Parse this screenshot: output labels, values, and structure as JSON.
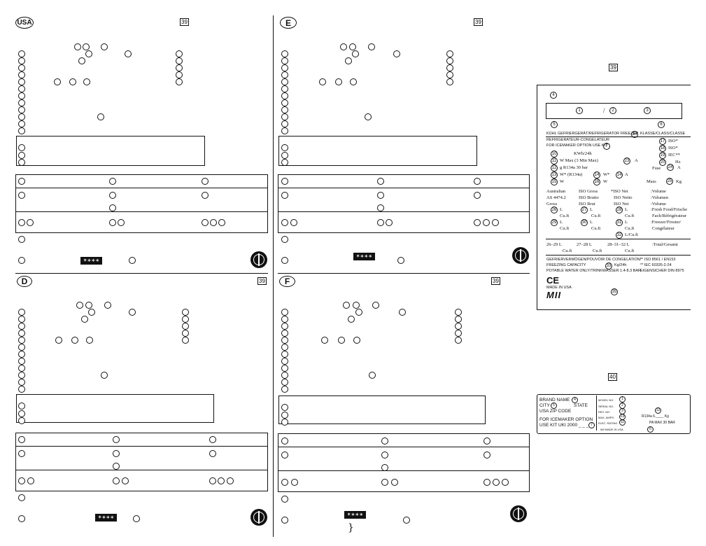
{
  "sections": [
    {
      "badge": "USA",
      "page": "39"
    },
    {
      "badge": "E",
      "page": "39"
    },
    {
      "badge": "D",
      "page": "39"
    },
    {
      "badge": "F",
      "page": "39"
    }
  ],
  "freezer_symbol": "✶∗∗∗",
  "bottom_glyph": "}",
  "rating_plate": {
    "page": "39",
    "n4": "4",
    "n1": "1",
    "slash": "/",
    "n2": "2",
    "n3": "3",
    "n5": "5",
    "n6": "6",
    "title": "KÜHL GEFRIERGERÄT/REFRIGERATOR FREEZER",
    "n34": "34",
    "klasse": "KLASSE/CLASS/CLASSE",
    "line2": "REFRIGERATEUR-CONGELATEUR",
    "line3": "FOR ICEMAKER OPTION USE KIT",
    "n7": "7",
    "n17": "17",
    "iso1": "ISO*",
    "n18": "18",
    "iso2": "ISO*",
    "n19": "19",
    "iec": "IEC**",
    "n10": "10",
    "kwh": "KWh/24h",
    "n11": "11",
    "wmax": "W Max (3 Min Max)",
    "n20": "20",
    "hz": "Hz",
    "n23": "23",
    "a1": "A",
    "n12": "12",
    "g_r134a": "g    R134a     30 bar",
    "fuse": "Fuse",
    "n24": "24",
    "a2": "A",
    "n13": "13",
    "w_r134a": "W* (R134a)",
    "n14": "14",
    "wstar": "W*",
    "n14b": "14",
    "a3": "A",
    "n15": "15",
    "w1": "W",
    "n16": "16",
    "w2": "W",
    "mass": "Mass",
    "n25": "25",
    "kg": "Kg",
    "australian": "Australian",
    "as": "AS 4474.2",
    "gross": "Gross",
    "iso_gross": "ISO Gross",
    "iso_brutto": "ISO Brutto",
    "iso_brut": "ISO Brut",
    "iso_net": "*ISO Net",
    "iso_netto": "ISO Netto",
    "iso_net2": "ISO Net",
    "vol1": ":Volume",
    "vol2": ":Volumen",
    "vol3": ":Volume",
    "n26": "26",
    "n27": "27",
    "n28": "28",
    "l1": "L",
    "l2": "L",
    "l3": "L",
    "cuft1": "Cu.ft",
    "cuft2": "Cu.ft",
    "cuft3": "Cu.ft",
    "fresh": ":Fresh Food/Frische",
    "fach": "Fach/Réfrigérateur",
    "n29": "29",
    "n30": "30",
    "n31": "31",
    "l4": "L",
    "l5": "L",
    "l6": "L",
    "cuft4": "Cu.ft",
    "cuft5": "Cu.ft",
    "cuft6": "Cu.ft",
    "freezer": ":Freezer/Froster/",
    "cong": "Congélateur",
    "n32": "32",
    "lcuft": "L/Cu.ft",
    "sum1": "26–29 L",
    "sum2": "27–28 L",
    "sum3": "28–31–32 L",
    "total": ":Total/Gesamt",
    "cuftA": "Cu.ft",
    "cuftB": "Cu.ft",
    "cuftC": "Cu.ft",
    "gef": "GEFRIERVERMÖGEN/POUVOIR DE CONGELATION/",
    "iso8561": "** ISO 8561 / EN153",
    "freezing": "FREEZING CAPACITY",
    "n33": "33",
    "kg24": "Kg/24h",
    "iec60335": "** IEC 60335-2-24",
    "potable": "POTABLE WATER ONLY/TRINKWASSER 1.4-8.3 BAR",
    "eigen": "EIGENSICHER DIN  8975",
    "ce": "CE",
    "made": "MADE IN USA",
    "mii": "MII",
    "n35": "35"
  },
  "usa_plate": {
    "page": "40",
    "brand": "BRAND NAME",
    "n4": "4",
    "city": "CITY",
    "n5": "5",
    "state": "STATE",
    "usa": "USA   ZIP CODE",
    "ice": "FOR ICEMAKER OPTION",
    "kit": "USE KIT UKI 2000 _ _ _",
    "n7": "7",
    "model": "MODEL NO.",
    "n1": "1",
    "serial": "SERIAL NO.",
    "n2": "2",
    "rev": "REV. NO.",
    "n3": "3",
    "max": "MAX. AMPS.",
    "n23": "23",
    "elec": "ELEC. RATING",
    "n11": "11",
    "mii": "MII MADE IN USA",
    "n12": "12",
    "r134": "R134a 6.____ Kg",
    "pa": "PA MAX 30 BAR",
    "n6": "6"
  }
}
